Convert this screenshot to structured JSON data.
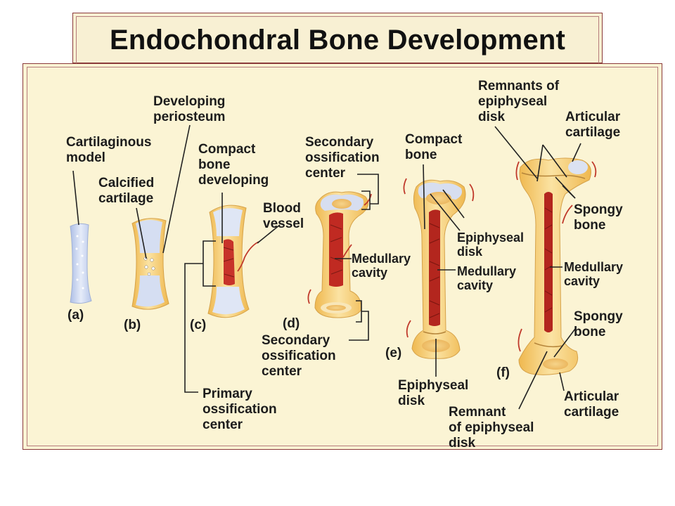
{
  "title": "Endochondral Bone Development",
  "colors": {
    "panel_bg": "#fbf4d4",
    "border": "#8a3a3a",
    "cartilage_blue": "#cfd9ef",
    "bone_yellow": "#f4c867",
    "marrow_red": "#b3261e",
    "vessel_red": "#c0392b"
  },
  "stages": {
    "a": "(a)",
    "b": "(b)",
    "c": "(c)",
    "d": "(d)",
    "e": "(e)",
    "f": "(f)"
  },
  "labels": {
    "cartilaginous_model": [
      "Cartilaginous",
      "model"
    ],
    "developing_periosteum": [
      "Developing",
      "periosteum"
    ],
    "calcified_cartilage": [
      "Calcified",
      "cartilage"
    ],
    "compact_bone_developing": [
      "Compact",
      "bone",
      "developing"
    ],
    "blood_vessel": [
      "Blood",
      "vessel"
    ],
    "primary_ossification_center": [
      "Primary",
      "ossification",
      "center"
    ],
    "secondary_ossification_center_top": [
      "Secondary",
      "ossification",
      "center"
    ],
    "medullary_cavity_d": [
      "Medullary",
      "cavity"
    ],
    "secondary_ossification_center_bottom": [
      "Secondary",
      "ossification",
      "center"
    ],
    "compact_bone_e": [
      "Compact",
      "bone"
    ],
    "epiphyseal_disk_e": [
      "Epiphyseal",
      "disk"
    ],
    "medullary_cavity_e": [
      "Medullary",
      "cavity"
    ],
    "epiphyseal_disk_bottom": [
      "Epiphyseal",
      "disk"
    ],
    "remnants_of_epiphyseal_disk": [
      "Remnants of",
      "epiphyseal",
      "disk"
    ],
    "articular_cartilage_top": [
      "Articular",
      "cartilage"
    ],
    "spongy_bone_top": [
      "Spongy",
      "bone"
    ],
    "medullary_cavity_f": [
      "Medullary",
      "cavity"
    ],
    "spongy_bone_bottom": [
      "Spongy",
      "bone"
    ],
    "articular_cartilage_bottom": [
      "Articular",
      "cartilage"
    ],
    "remnant_of_epiphyseal_disk": [
      "Remnant",
      "of epiphyseal",
      "disk"
    ]
  }
}
